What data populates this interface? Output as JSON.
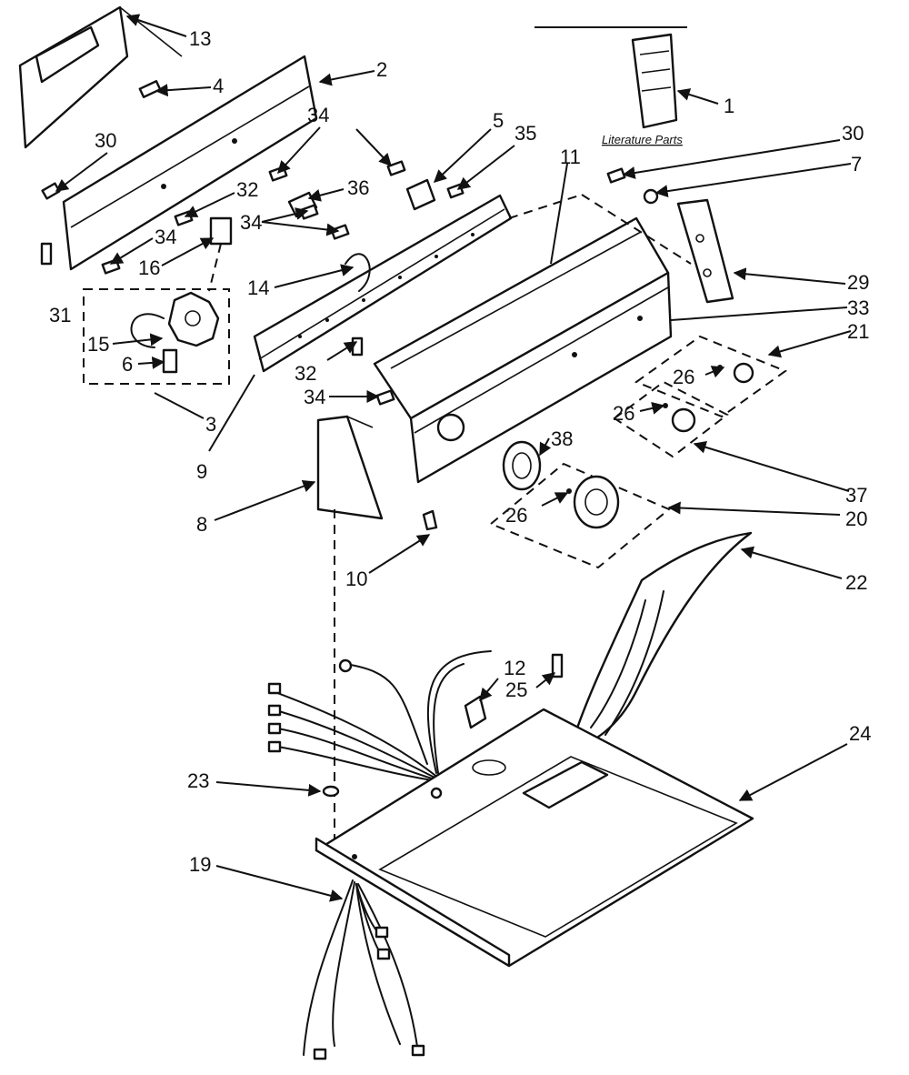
{
  "diagram": {
    "literature_label": "Literature Parts",
    "callouts": {
      "c1": "1",
      "c2": "2",
      "c3": "3",
      "c4": "4",
      "c5": "5",
      "c6": "6",
      "c7": "7",
      "c8": "8",
      "c9": "9",
      "c10": "10",
      "c11": "11",
      "c12": "12",
      "c13": "13",
      "c14": "14",
      "c15": "15",
      "c16": "16",
      "c19": "19",
      "c20": "20",
      "c21": "21",
      "c22": "22",
      "c23": "23",
      "c24": "24",
      "c25": "25",
      "c26": "26",
      "c29": "29",
      "c30": "30",
      "c31": "31",
      "c32": "32",
      "c33": "33",
      "c34": "34",
      "c35": "35",
      "c36": "36",
      "c37": "37",
      "c38": "38"
    }
  }
}
